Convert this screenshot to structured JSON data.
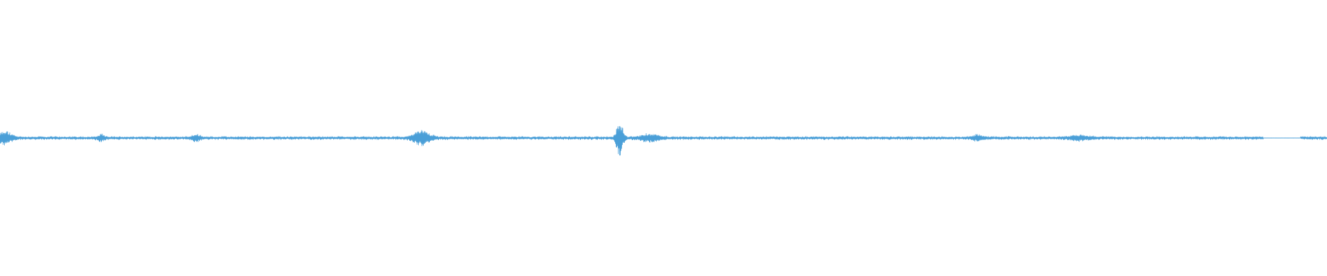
{
  "waveform": {
    "color": "#4a9fd8",
    "background": "#ffffff",
    "bursts": [
      {
        "position": 0.004,
        "amplitude": 0.022,
        "width": 0.008
      },
      {
        "position": 0.076,
        "amplitude": 0.01,
        "width": 0.004
      },
      {
        "position": 0.148,
        "amplitude": 0.011,
        "width": 0.005
      },
      {
        "position": 0.318,
        "amplitude": 0.025,
        "width": 0.01
      },
      {
        "position": 0.467,
        "amplitude": 0.065,
        "width": 0.004
      },
      {
        "position": 0.49,
        "amplitude": 0.012,
        "width": 0.012
      },
      {
        "position": 0.737,
        "amplitude": 0.01,
        "width": 0.006
      },
      {
        "position": 0.814,
        "amplitude": 0.008,
        "width": 0.012
      }
    ],
    "silences": [
      {
        "start": 0.952,
        "end": 0.98
      }
    ]
  }
}
